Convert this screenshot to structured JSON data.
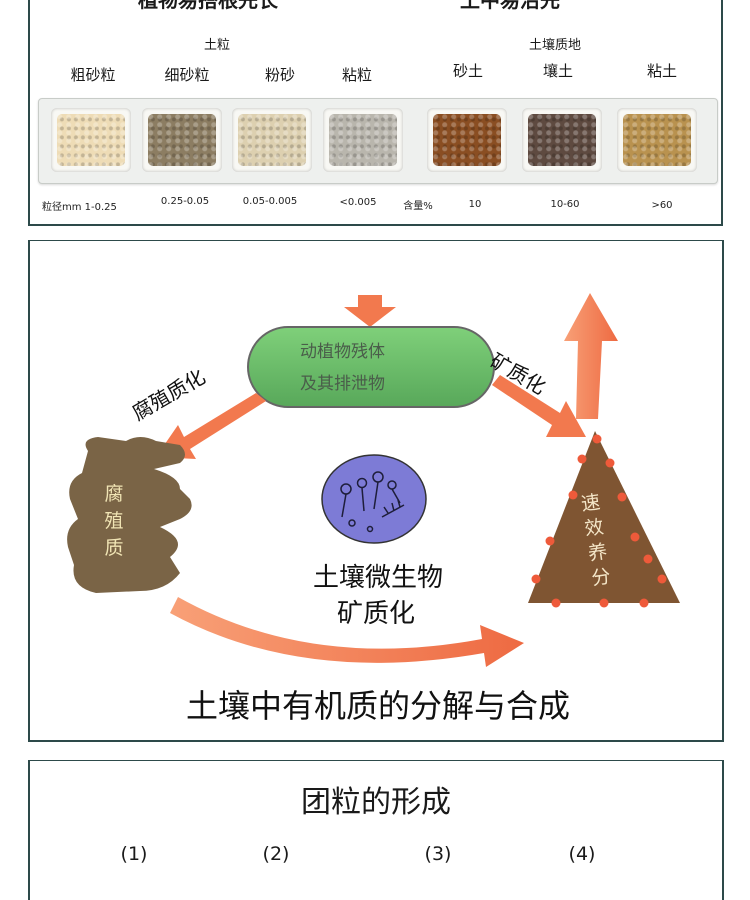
{
  "panel1": {
    "top_left_title": "植物易搭根先长",
    "top_right_title": "土中易治先",
    "group_left": "土粒",
    "group_right": "土壤质地",
    "samples": [
      {
        "name": "粗砂粒",
        "color": "#eedcb6"
      },
      {
        "name": "细砂粒",
        "color": "#8c7d62"
      },
      {
        "name": "粉砂",
        "color": "#ddd0b0"
      },
      {
        "name": "粘粒",
        "color": "#b9b6ad"
      },
      {
        "name": "砂土",
        "color": "#8a4e22"
      },
      {
        "name": "壤土",
        "color": "#5e4a40"
      },
      {
        "name": "粘土",
        "color": "#b9924f"
      }
    ],
    "bottom_labels": [
      "粒径mm 1-0.25",
      "0.25-0.05",
      "0.05-0.005",
      "<0.005",
      "含量%",
      "10",
      "10-60",
      ">60"
    ]
  },
  "panel2": {
    "residue_line1": "动植物残体",
    "residue_line2": "及其排泄物",
    "humification_label": "腐殖质化",
    "mineralization_label_top": "矿质化",
    "humus_text": "腐殖质",
    "nutrients_text": "速效养分",
    "microbe_line1": "土壤微生物",
    "microbe_line2": "矿质化",
    "caption": "土壤中有机质的分解与合成",
    "colors": {
      "residue": "#6cc06a",
      "humus": "#7a6446",
      "triangle": "#7f5532",
      "arrow": "#f2794e",
      "microbe": "#7d7bd6"
    }
  },
  "panel3": {
    "title": "团粒的形成",
    "steps": [
      "(1)",
      "(2)",
      "(3)",
      "(4)"
    ]
  }
}
